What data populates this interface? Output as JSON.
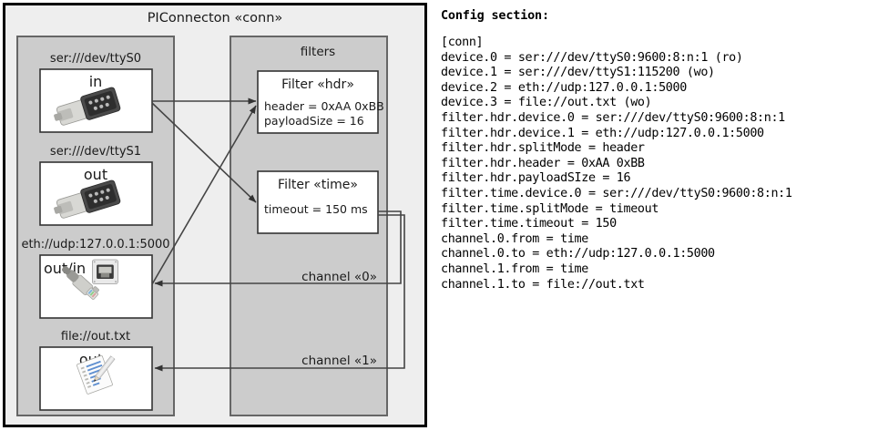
{
  "diagram": {
    "title": "PIConnecton «conn»",
    "devices_group": {
      "label": "",
      "items": [
        {
          "caption": "ser:///dev/ttyS0",
          "io": "in",
          "icon": "serial-port-icon"
        },
        {
          "caption": "ser:///dev/ttyS1",
          "io": "out",
          "icon": "serial-port-icon"
        },
        {
          "caption": "eth://udp:127.0.0.1:5000",
          "io": "out/in",
          "icon": "ethernet-jack-icon"
        },
        {
          "caption": "file://out.txt",
          "io": "out",
          "icon": "text-file-icon"
        }
      ]
    },
    "filters_group": {
      "label": "filters",
      "items": [
        {
          "title": "Filter «hdr»",
          "props": [
            "header = 0xAA 0xBB",
            "payloadSize = 16"
          ]
        },
        {
          "title": "Filter «time»",
          "props": [
            "timeout = 150 ms"
          ]
        }
      ],
      "channels": [
        {
          "label": "channel «0»"
        },
        {
          "label": "channel «1»"
        }
      ]
    },
    "colors": {
      "page_background": "#ffffff",
      "frame_background": "#eeeeee",
      "group_background": "#cccccc",
      "group_border": "#666666",
      "box_background": "#ffffff",
      "box_border": "#333333",
      "frame_border": "#000000",
      "line": "#444444"
    }
  },
  "config": {
    "heading": "Config section:",
    "lines": [
      "[conn]",
      "device.0 = ser:///dev/ttyS0:9600:8:n:1 (ro)",
      "device.1 = ser:///dev/ttyS1:115200 (wo)",
      "device.2 = eth://udp:127.0.0.1:5000",
      "device.3 = file://out.txt (wo)",
      "filter.hdr.device.0 = ser:///dev/ttyS0:9600:8:n:1",
      "filter.hdr.device.1 = eth://udp:127.0.0.1:5000",
      "filter.hdr.splitMode = header",
      "filter.hdr.header = 0xAA 0xBB",
      "filter.hdr.payloadSIze = 16",
      "filter.time.device.0 = ser:///dev/ttyS0:9600:8:n:1",
      "filter.time.splitMode = timeout",
      "filter.time.timeout = 150",
      "channel.0.from = time",
      "channel.0.to = eth://udp:127.0.0.1:5000",
      "channel.1.from = time",
      "channel.1.to = file://out.txt"
    ]
  }
}
